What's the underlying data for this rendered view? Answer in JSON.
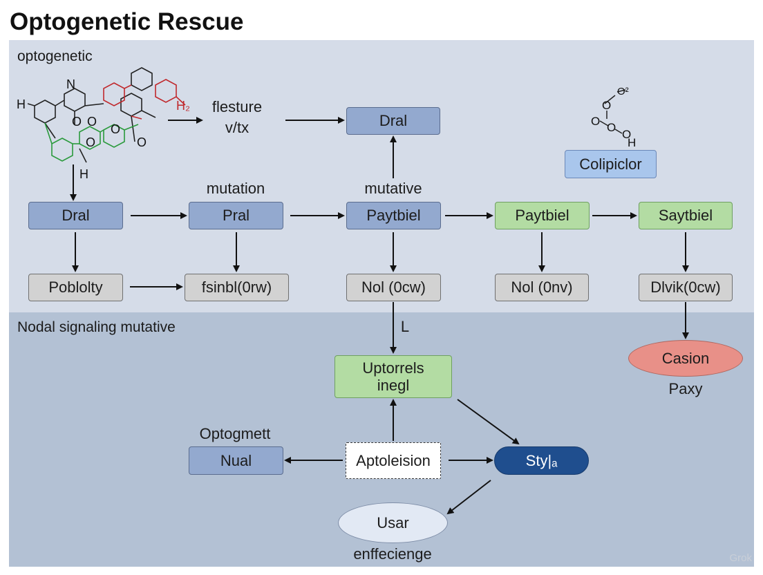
{
  "title": "Optogenetic Rescue",
  "regions": {
    "top_label": "optogenetic",
    "bottom_label": "Nodal signaling mutative"
  },
  "molecule": {
    "atoms": [
      "H",
      "N",
      "O",
      "O",
      "O",
      "O",
      "O",
      "H",
      "H₂"
    ]
  },
  "molecule_small": {
    "atoms": [
      "O",
      "O²",
      "O",
      "O",
      "O",
      "H"
    ]
  },
  "labels": {
    "flesture": "flesture",
    "vtx": "v/tx",
    "mutation": "mutation",
    "mutative": "mutative",
    "L": "L",
    "optogmett": "Optogmett",
    "paxy": "Paxy",
    "enffecienge": "enffecienge"
  },
  "nodes": {
    "dral_top": "Dral",
    "colipiclor": "Colipiclor",
    "dral": "Dral",
    "pral": "Pral",
    "paytbiel_blue": "Paytbiel",
    "paytbiel_green": "Paytbiel",
    "saytbiel": "Saytbiel",
    "poblolty": "Poblolty",
    "fsinbl": "fsinbl(0rw)",
    "nol_ocw": "Nol (0cw)",
    "nol_onv": "Nol (0nv)",
    "dlvik": "Dlvik(0cw)",
    "casion": "Casion",
    "uptorrels": "Uptorrels\ninegl",
    "nual": "Nual",
    "aptoleision": "Aptoleision",
    "styld": "Sty|ₐ",
    "usar": "Usar"
  },
  "watermark": "Grok",
  "colors": {
    "top_region": "#d5dce8",
    "bottom_region": "#b3c1d4",
    "blue_node": "#93a9cf",
    "green_node": "#b3dca3",
    "gray_node": "#d2d2d2",
    "dark_node": "#1f4e8e",
    "red_node": "#e89088"
  }
}
